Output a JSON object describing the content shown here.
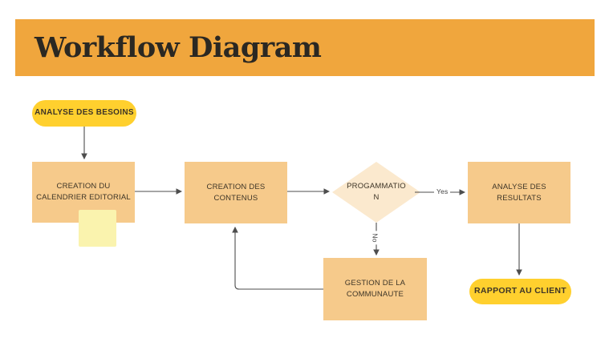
{
  "header": {
    "title": "Workflow Diagram"
  },
  "colors": {
    "banner": "#F0A63D",
    "pill": "#FFD02E",
    "box": "#F6CA8B",
    "diamond": "#FBE9CE",
    "sticky": "#FAF3AE",
    "line": "#4D4D4D",
    "node_text": "#3E3527",
    "title_text": "#2B2822",
    "background": "#FFFFFF"
  },
  "nodes": {
    "analyse_besoins": {
      "label": "ANALYSE DES BESOINS"
    },
    "creation_calendrier": {
      "label": "CREATION DU CALENDRIER EDITORIAL"
    },
    "creation_contenus": {
      "label": "CREATION DES CONTENUS"
    },
    "progammation": {
      "label": "PROGAMMATION",
      "line1": "PROGAMMATIO",
      "line2": "N"
    },
    "analyse_resultats": {
      "label": "ANALYSE DES RESULTATS"
    },
    "gestion_communaute": {
      "label": "GESTION DE LA COMMUNAUTE"
    },
    "rapport_client": {
      "label": "RAPPORT AU CLIENT"
    }
  },
  "edges": [
    {
      "from": "analyse_besoins",
      "to": "creation_calendrier",
      "label": ""
    },
    {
      "from": "creation_calendrier",
      "to": "creation_contenus",
      "label": ""
    },
    {
      "from": "creation_contenus",
      "to": "progammation",
      "label": ""
    },
    {
      "from": "progammation",
      "to": "analyse_resultats",
      "label": "Yes"
    },
    {
      "from": "progammation",
      "to": "gestion_communaute",
      "label": "No"
    },
    {
      "from": "gestion_communaute",
      "to": "creation_contenus",
      "label": ""
    },
    {
      "from": "analyse_resultats",
      "to": "rapport_client",
      "label": ""
    }
  ]
}
